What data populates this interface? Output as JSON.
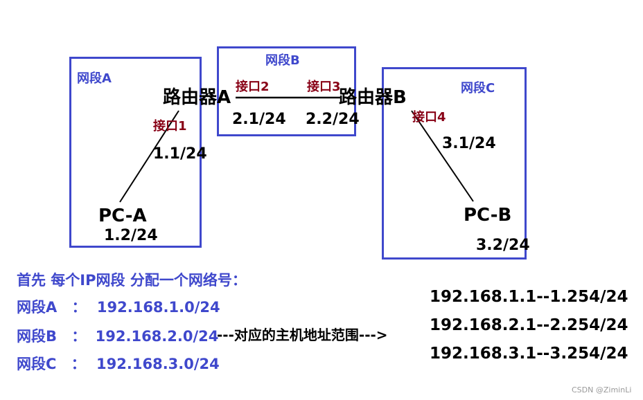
{
  "segments": {
    "a": "网段A",
    "b": "网段B",
    "c": "网段C"
  },
  "devices": {
    "router_a": "路由器A",
    "router_b": "路由器B",
    "pc_a": "PC-A",
    "pc_b": "PC-B"
  },
  "interfaces": {
    "if1": "接口1",
    "if2": "接口2",
    "if3": "接口3",
    "if4": "接口4"
  },
  "addresses": {
    "if1": "1.1/24",
    "pc_a": "1.2/24",
    "if2": "2.1/24",
    "if3": "2.2/24",
    "if4": "3.1/24",
    "pc_b": "3.2/24"
  },
  "notes": {
    "heading": "首先 每个IP网段 分配一个网络号：",
    "rows": [
      {
        "label": "网段A",
        "sep": "：",
        "network": "192.168.1.0/24"
      },
      {
        "label": "网段B",
        "sep": "：",
        "network": "192.168.2.0/24"
      },
      {
        "label": "网段C",
        "sep": "：",
        "network": "192.168.3.0/24"
      }
    ],
    "arrow_text": "---对应的主机地址范围--->"
  },
  "ranges": [
    "192.168.1.1--1.254/24",
    "192.168.2.1--2.254/24",
    "192.168.3.1--3.254/24"
  ],
  "watermark": "CSDN @ZiminLi",
  "colors": {
    "segment_border": "#3f48cc",
    "segment_label": "#3f48cc",
    "interface_label": "#880015",
    "text": "#000000"
  }
}
